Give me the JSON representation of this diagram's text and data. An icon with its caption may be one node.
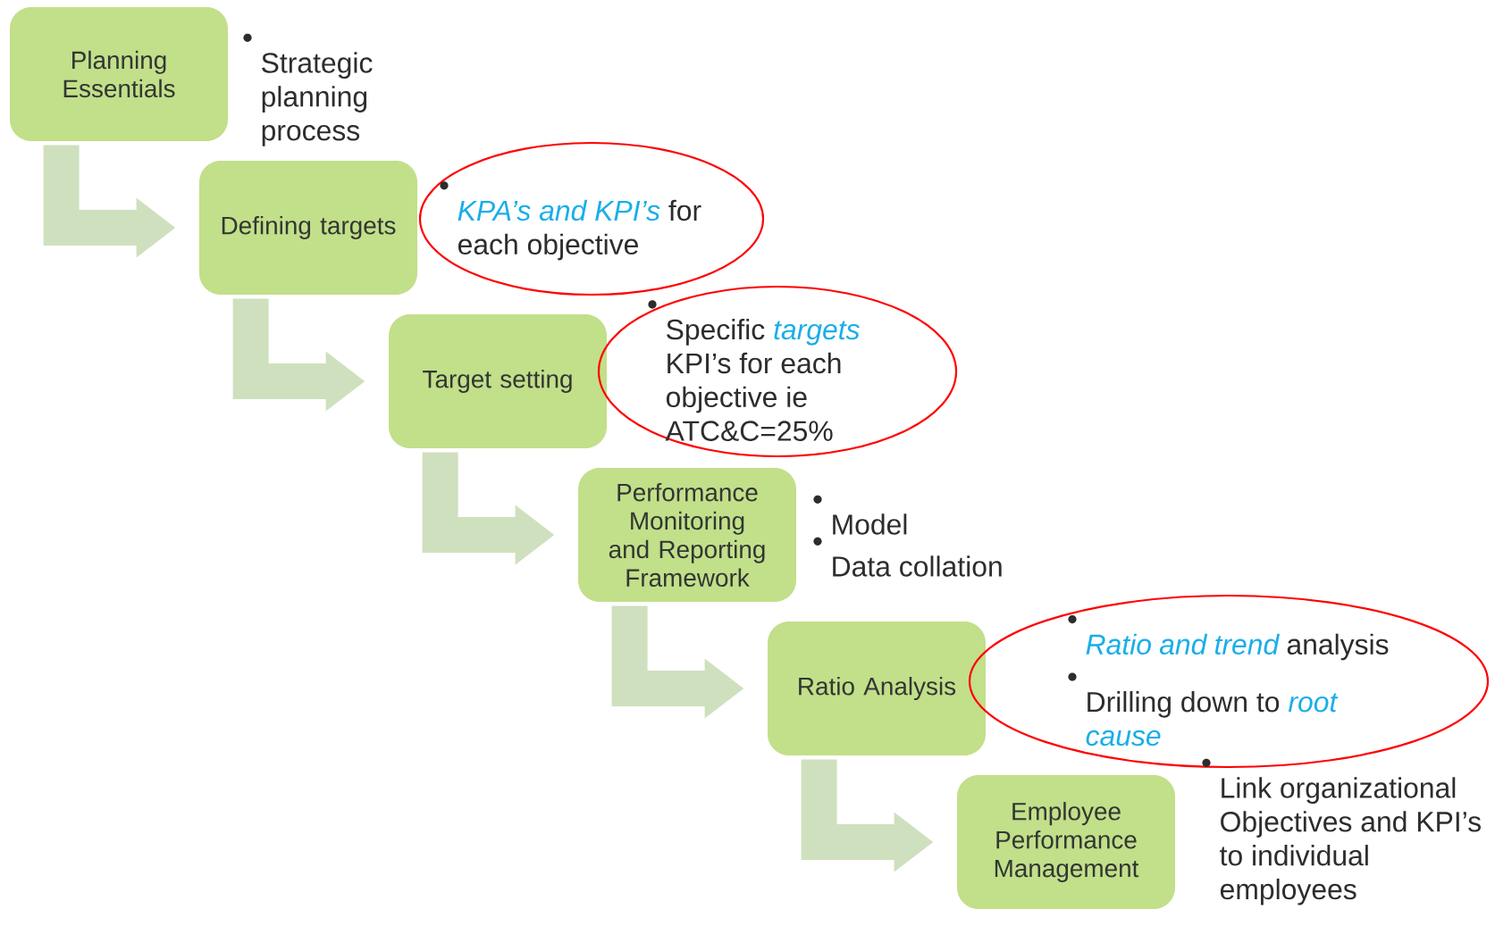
{
  "diagram": {
    "nodes": [
      {
        "text": [
          "Planning Essentials"
        ]
      },
      {
        "text": [
          "Defining targets"
        ]
      },
      {
        "text": [
          "*KPA’s and KPI’s* for each objective"
        ]
      },
      {
        "text": [
          "Target setting"
        ]
      },
      {
        "text": [
          "Specific *targets* KPI’s for each objective ie ATC&C=25%"
        ]
      },
      {
        "text": [
          "Performance Monitoring and Reporting Framework"
        ]
      },
      {
        "text": [
          "Ratio Analysis"
        ]
      },
      {
        "text": [
          "*Ratio and trend* analysis",
          "Drilling down to *root cause*"
        ]
      },
      {
        "text": [
          "Employee Performance Management"
        ]
      }
    ],
    "labels": [
      "Strategic planning process",
      "Model",
      "Data collation",
      "Link organizational Objectives and KPI’s to individual employees"
    ],
    "edges": [
      {
        "from": 0,
        "to": 1,
        "arrow": "to"
      },
      {
        "from": 1,
        "to": 3,
        "arrow": "to"
      },
      {
        "from": 3,
        "to": 5,
        "arrow": "to"
      },
      {
        "from": 5,
        "to": 6,
        "arrow": "to"
      },
      {
        "from": 6,
        "to": 8,
        "arrow": "to"
      }
    ]
  }
}
